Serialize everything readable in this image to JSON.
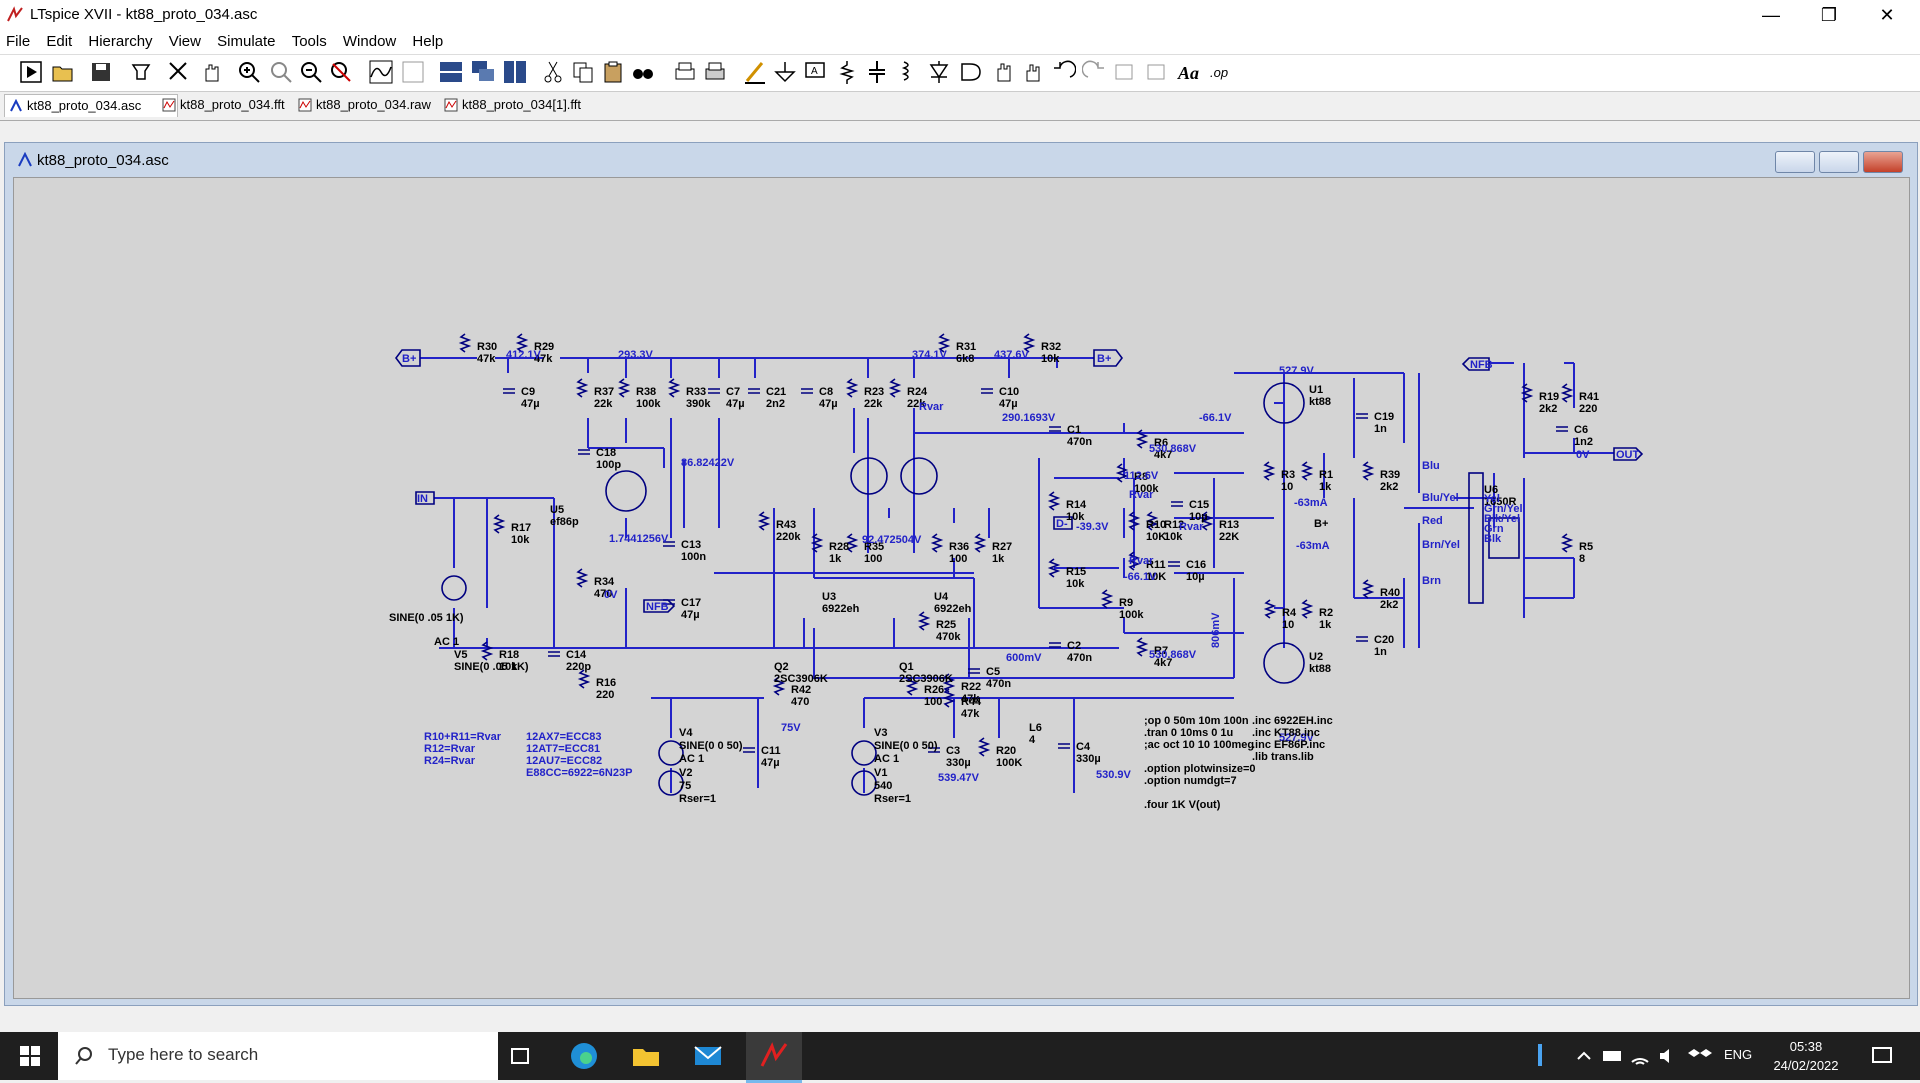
{
  "window": {
    "title": "LTspice XVII - kt88_proto_034.asc"
  },
  "menu": [
    "File",
    "Edit",
    "Hierarchy",
    "View",
    "Simulate",
    "Tools",
    "Window",
    "Help"
  ],
  "tabs": [
    {
      "label": "kt88_proto_034.asc",
      "icon": "schematic-icon"
    },
    {
      "label": "kt88_proto_034.fft",
      "icon": "waveform-icon"
    },
    {
      "label": "kt88_proto_034.raw",
      "icon": "waveform-icon"
    },
    {
      "label": "kt88_proto_034[1].fft",
      "icon": "waveform-icon"
    }
  ],
  "child": {
    "title": "kt88_proto_034.asc"
  },
  "schematic": {
    "components": [
      {
        "ref": "R30",
        "val": "47k"
      },
      {
        "ref": "R29",
        "val": "47k"
      },
      {
        "ref": "R37",
        "val": "22k"
      },
      {
        "ref": "R38",
        "val": "100k"
      },
      {
        "ref": "R33",
        "val": "390k"
      },
      {
        "ref": "C7",
        "val": "47µ"
      },
      {
        "ref": "C21",
        "val": "2n2"
      },
      {
        "ref": "C9",
        "val": "47µ"
      },
      {
        "ref": "C8",
        "val": "47µ"
      },
      {
        "ref": "R23",
        "val": "22k"
      },
      {
        "ref": "R24",
        "val": "22k"
      },
      {
        "ref": "R31",
        "val": "6k8"
      },
      {
        "ref": "C10",
        "val": "47µ"
      },
      {
        "ref": "R32",
        "val": "10k"
      },
      {
        "ref": "C18",
        "val": "100p"
      },
      {
        "ref": "U5",
        "val": "ef86p"
      },
      {
        "ref": "R17",
        "val": "10k"
      },
      {
        "ref": "C13",
        "val": "100n"
      },
      {
        "ref": "R34",
        "val": "470"
      },
      {
        "ref": "C17",
        "val": "47µ"
      },
      {
        "ref": "R43",
        "val": "220k"
      },
      {
        "ref": "R28",
        "val": "1k"
      },
      {
        "ref": "R35",
        "val": "100"
      },
      {
        "ref": "R36",
        "val": "100"
      },
      {
        "ref": "R27",
        "val": "1k"
      },
      {
        "ref": "U3",
        "val": "6922eh"
      },
      {
        "ref": "U4",
        "val": "6922eh"
      },
      {
        "ref": "R25",
        "val": "470k"
      },
      {
        "ref": "Q2",
        "val": "2SC3906K"
      },
      {
        "ref": "Q1",
        "val": "2SC3906K"
      },
      {
        "ref": "R42",
        "val": "470"
      },
      {
        "ref": "R26",
        "val": "100"
      },
      {
        "ref": "C5",
        "val": "470n"
      },
      {
        "ref": "R18",
        "val": "10k"
      },
      {
        "ref": "C14",
        "val": "220p"
      },
      {
        "ref": "R16",
        "val": "220"
      },
      {
        "ref": "V5",
        "val": "SINE(0 .05 1K)"
      },
      {
        "ref": "C1",
        "val": "470n"
      },
      {
        "ref": "R6",
        "val": "4k7"
      },
      {
        "ref": "R8",
        "val": "100k"
      },
      {
        "ref": "R14",
        "val": "10k"
      },
      {
        "ref": "R10",
        "val": "10K"
      },
      {
        "ref": "C15",
        "val": "10µ"
      },
      {
        "ref": "R12",
        "val": "10k"
      },
      {
        "ref": "R13",
        "val": "22K"
      },
      {
        "ref": "R11",
        "val": "10K"
      },
      {
        "ref": "R15",
        "val": "10k"
      },
      {
        "ref": "C16",
        "val": "10µ"
      },
      {
        "ref": "R9",
        "val": "100k"
      },
      {
        "ref": "C2",
        "val": "470n"
      },
      {
        "ref": "R7",
        "val": "4k7"
      },
      {
        "ref": "U1",
        "val": "kt88"
      },
      {
        "ref": "U2",
        "val": "kt88"
      },
      {
        "ref": "R3",
        "val": "10"
      },
      {
        "ref": "R1",
        "val": "1k"
      },
      {
        "ref": "R4",
        "val": "10"
      },
      {
        "ref": "R2",
        "val": "1k"
      },
      {
        "ref": "C19",
        "val": "1n"
      },
      {
        "ref": "R39",
        "val": "2k2"
      },
      {
        "ref": "R40",
        "val": "2k2"
      },
      {
        "ref": "C20",
        "val": "1n"
      },
      {
        "ref": "U6",
        "val": "1650R"
      },
      {
        "ref": "R19",
        "val": "2k2"
      },
      {
        "ref": "R41",
        "val": "220"
      },
      {
        "ref": "C6",
        "val": "1n2"
      },
      {
        "ref": "R5",
        "val": "8"
      },
      {
        "ref": "R22",
        "val": "47k"
      },
      {
        "ref": "R44",
        "val": "47k"
      },
      {
        "ref": "L6",
        "val": "4"
      },
      {
        "ref": "C4",
        "val": "330µ"
      },
      {
        "ref": "C3",
        "val": "330µ"
      },
      {
        "ref": "R20",
        "val": "100K"
      },
      {
        "ref": "C11",
        "val": "47µ"
      }
    ],
    "node_voltages": [
      "412.1V",
      "293.3V",
      "374.1V",
      "437.6V",
      "290.1693V",
      "-66.1V",
      "527.9V",
      "530.868V",
      "86.82422V",
      "1.7441256V",
      "92.472504V",
      "112.6V",
      "-39.3V",
      "-66.1V",
      "530.868V",
      "600mV",
      "806mV",
      "527.9V",
      "539.47V",
      "530.9V",
      "75V",
      "0V",
      "0V",
      "-63mA",
      "-63mA"
    ],
    "flags": [
      "B+",
      "B+",
      "IN",
      "NFB",
      "NFB",
      "OUT",
      "D-",
      "B+"
    ],
    "transformer_taps": [
      "Blu",
      "Blu/Yel",
      "Red",
      "Brn/Yel",
      "Brn",
      "Yel",
      "Grn/Yel",
      "Blk/Yel",
      "Grn",
      "Blk"
    ],
    "sources": {
      "v4": "V4",
      "v4_spec": "SINE(0 0 50)",
      "v4_ac": "AC 1",
      "v2": "V2",
      "v2_val": "75",
      "v2_rser": "Rser=1",
      "v3": "V3",
      "v3_spec": "SINE(0 0 50)",
      "v3_ac": "AC 1",
      "v1": "V1",
      "v1_val": "540",
      "v1_rser": "Rser=1",
      "v5_ac": "AC 1"
    },
    "notes_left": [
      "R10+R11=Rvar",
      "R12=Rvar",
      "R24=Rvar"
    ],
    "notes_tubes": [
      "12AX7=ECC83",
      "12AT7=ECC81",
      "12AU7=ECC82",
      "E88CC=6922=6N23P"
    ],
    "directives": [
      ";op 0 50m 10m 100n",
      ".tran 0 10ms 0 1u",
      ";ac oct 10 10 100meg",
      "",
      ".option plotwinsize=0",
      ".option numdgt=7",
      "",
      ".four 1K V(out)"
    ],
    "includes": [
      ".inc 6922EH.inc",
      ".inc KT88.inc",
      ".inc EF86P.inc",
      ".lib trans.lib"
    ],
    "rvar_labels": [
      "Rvar",
      "Rvar",
      "Rvar",
      "Rvar"
    ]
  },
  "taskbar": {
    "search_placeholder": "Type here to search",
    "lang": "ENG",
    "time": "05:38",
    "date": "24/02/2022"
  }
}
